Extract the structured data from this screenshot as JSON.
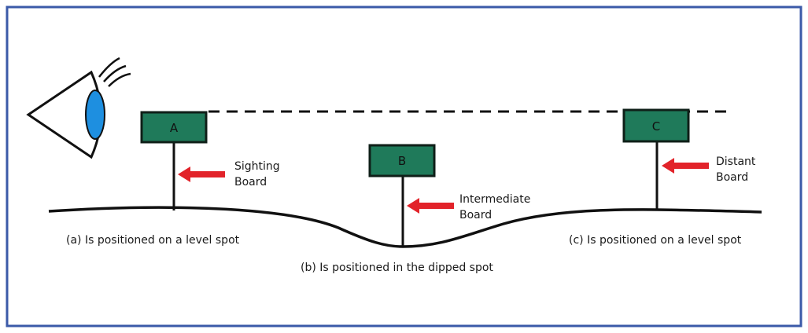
{
  "colors": {
    "frame": "#3b5aa8",
    "board_fill": "#1f7a5a",
    "board_stroke": "#0f1f18",
    "arrow": "#e2232a",
    "iris": "#1e8fe0",
    "line": "#111111"
  },
  "boards": [
    {
      "letter": "A",
      "callout": [
        "Sighting",
        "Board"
      ],
      "note": "(a) Is positioned on a level spot"
    },
    {
      "letter": "B",
      "callout": [
        "Intermediate",
        "Board"
      ],
      "note": "(b) Is positioned in the dipped  spot"
    },
    {
      "letter": "C",
      "callout": [
        "Distant",
        "Board"
      ],
      "note": "(c) Is positioned on a level spot"
    }
  ],
  "icons": {
    "viewer": "eye-icon",
    "pointer": "arrow-left-icon"
  }
}
